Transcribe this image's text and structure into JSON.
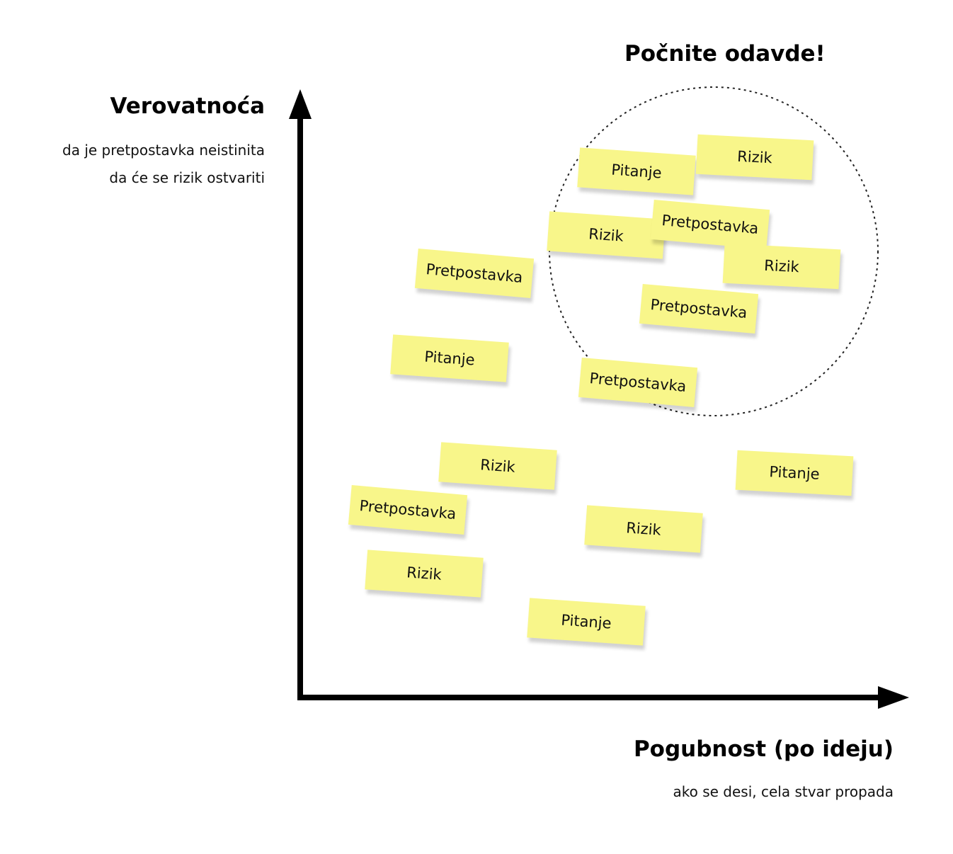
{
  "y_axis": {
    "title": "Verovatnoća",
    "subtitle_lines": [
      "da je pretpostavka neistinita",
      "da će se rizik ostvariti"
    ]
  },
  "x_axis": {
    "title": "Pogubnost (po ideju)",
    "subtitle": "ako se desi, cela stvar propada"
  },
  "focus_label": "Počnite odavde!",
  "note_color": "#f8f68a",
  "notes": [
    {
      "label": "Pitanje"
    },
    {
      "label": "Rizik"
    },
    {
      "label": "Rizik"
    },
    {
      "label": "Pretpostavka"
    },
    {
      "label": "Rizik"
    },
    {
      "label": "Pretpostavka"
    },
    {
      "label": "Pretpostavka"
    },
    {
      "label": "Pitanje"
    },
    {
      "label": "Pretpostavka"
    },
    {
      "label": "Rizik"
    },
    {
      "label": "Pitanje"
    },
    {
      "label": "Pretpostavka"
    },
    {
      "label": "Rizik"
    },
    {
      "label": "Rizik"
    },
    {
      "label": "Pitanje"
    }
  ]
}
